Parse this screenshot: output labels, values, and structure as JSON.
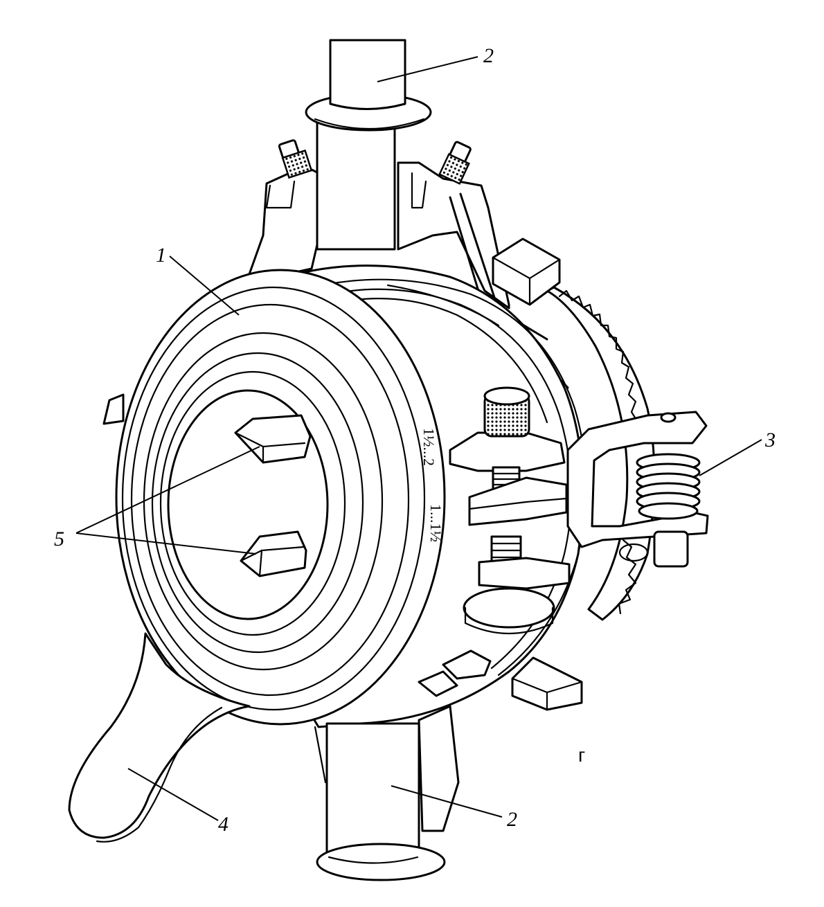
{
  "callouts": {
    "c1": "1",
    "c2_top": "2",
    "c2_bottom": "2",
    "c3": "3",
    "c4": "4",
    "c5": "5"
  },
  "scale_marks": {
    "upper_a": "1½...2",
    "upper_b": "",
    "lower_a": "1...1½",
    "lower_b": ""
  },
  "corner_letter": "г",
  "colors": {
    "line": "#000000",
    "background": "#ffffff",
    "knurl": "#000000"
  }
}
